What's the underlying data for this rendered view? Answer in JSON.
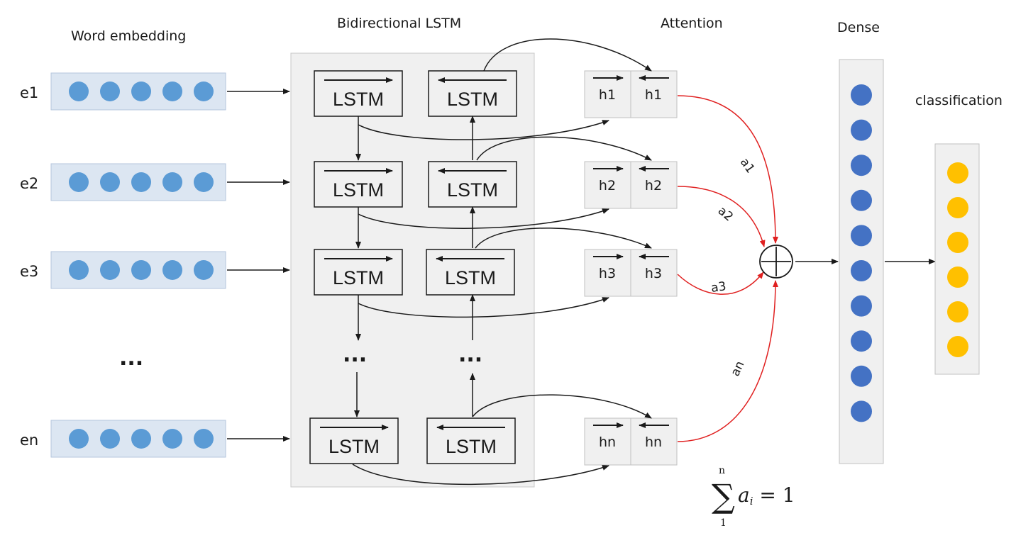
{
  "headers": {
    "word_embedding": "Word embedding",
    "bilstm": "Bidirectional LSTM",
    "attention": "Attention",
    "dense": "Dense",
    "classification": "classification"
  },
  "rows": [
    {
      "label": "e1",
      "h": "h1",
      "a": "a1"
    },
    {
      "label": "e2",
      "h": "h2",
      "a": "a2"
    },
    {
      "label": "e3",
      "h": "h3",
      "a": "a3"
    },
    {
      "label": "en",
      "h": "hn",
      "a": "an"
    }
  ],
  "lstm_label": "LSTM",
  "ellipsis": "...",
  "formula": {
    "sum": "∑",
    "upper": "n",
    "lower": "1",
    "expr": "a",
    "sub": "i",
    "rhs": " = 1"
  },
  "colors": {
    "embed_node": "#5b9bd5",
    "dense_node": "#4472c4",
    "class_node": "#ffc000",
    "attention_arrow": "#e02020"
  },
  "counts": {
    "embedding_nodes": 5,
    "dense_nodes": 10,
    "class_nodes": 6
  }
}
